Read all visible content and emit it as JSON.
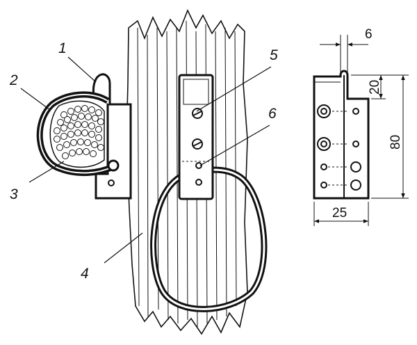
{
  "callouts": [
    "1",
    "2",
    "3",
    "4",
    "5",
    "6",
    "6"
  ],
  "dimensions": {
    "top_width": "6",
    "upper_height": "20",
    "total_height": "80",
    "bottom_width": "25"
  },
  "colors": {
    "ink": "#111111",
    "paper": "#ffffff"
  }
}
